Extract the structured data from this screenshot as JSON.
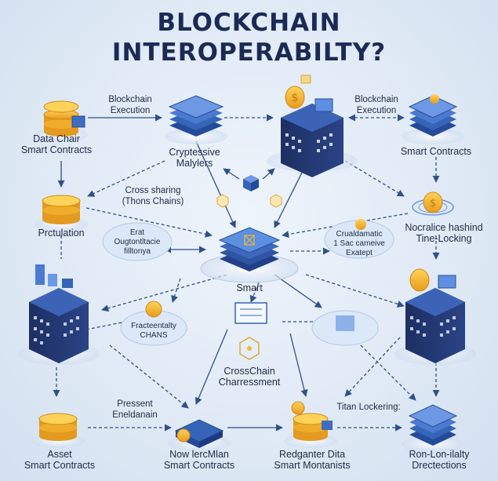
{
  "title": {
    "line1": "BLOCKCHAIN",
    "line2": "INTEROPERABILTY?"
  },
  "labels": {
    "top_left_node_l1": "Data Chair",
    "top_left_node_l2": "Smart Contracts",
    "top_left_arrow_l1": "Blockchain",
    "top_left_arrow_l2": "Execution",
    "crypto_node_l1": "Cryptessive",
    "crypto_node_l2": "Malylers",
    "top_right_arrow_l1": "Blockchain",
    "top_right_arrow_l2": "Execution",
    "top_right_node": "Smart Contracts",
    "cross_sharing_l1": "Cross sharing",
    "cross_sharing_l2": "(Thons Chains)",
    "left_mid_node": "Prctulation",
    "left_bubble_l1": "Erat",
    "left_bubble_l2": "Ougtontltacie",
    "left_bubble_l3": "filltonya",
    "center_node": "Smart",
    "right_bubble_l1": "Crualdamatic",
    "right_bubble_l2": "1 Sac cameive",
    "right_bubble_l3": "Exatept",
    "right_mid_node_l1": "Nocralice hashind",
    "right_mid_node_l2": "Tine-Locking",
    "left_lower_bubble_l1": "Fracteentalty",
    "left_lower_bubble_l2": "CHANS",
    "center_lower_l1": "CrossChain",
    "center_lower_l2": "Charressment",
    "bottom_left_arrow_l1": "Pressent",
    "bottom_left_arrow_l2": "Eneldanain",
    "bottom_right_arrow": "Titan Lockering:",
    "asset_l1": "Asset",
    "asset_l2": "Smart Contracts",
    "nowler_l1": "Now lercMlan",
    "nowler_l2": "Smart Contracts",
    "redganter_l1": "Redganter Dita",
    "redganter_l2": "Smart Montanists",
    "ronlonhalty_l1": "Ron-Lon-ilalty",
    "ronlonhalty_l2": "Drectections"
  },
  "colors": {
    "accent": "#2f5fb0",
    "gold": "#f2b632",
    "navy": "#1b2a55",
    "edge": "#3b5f9e"
  }
}
